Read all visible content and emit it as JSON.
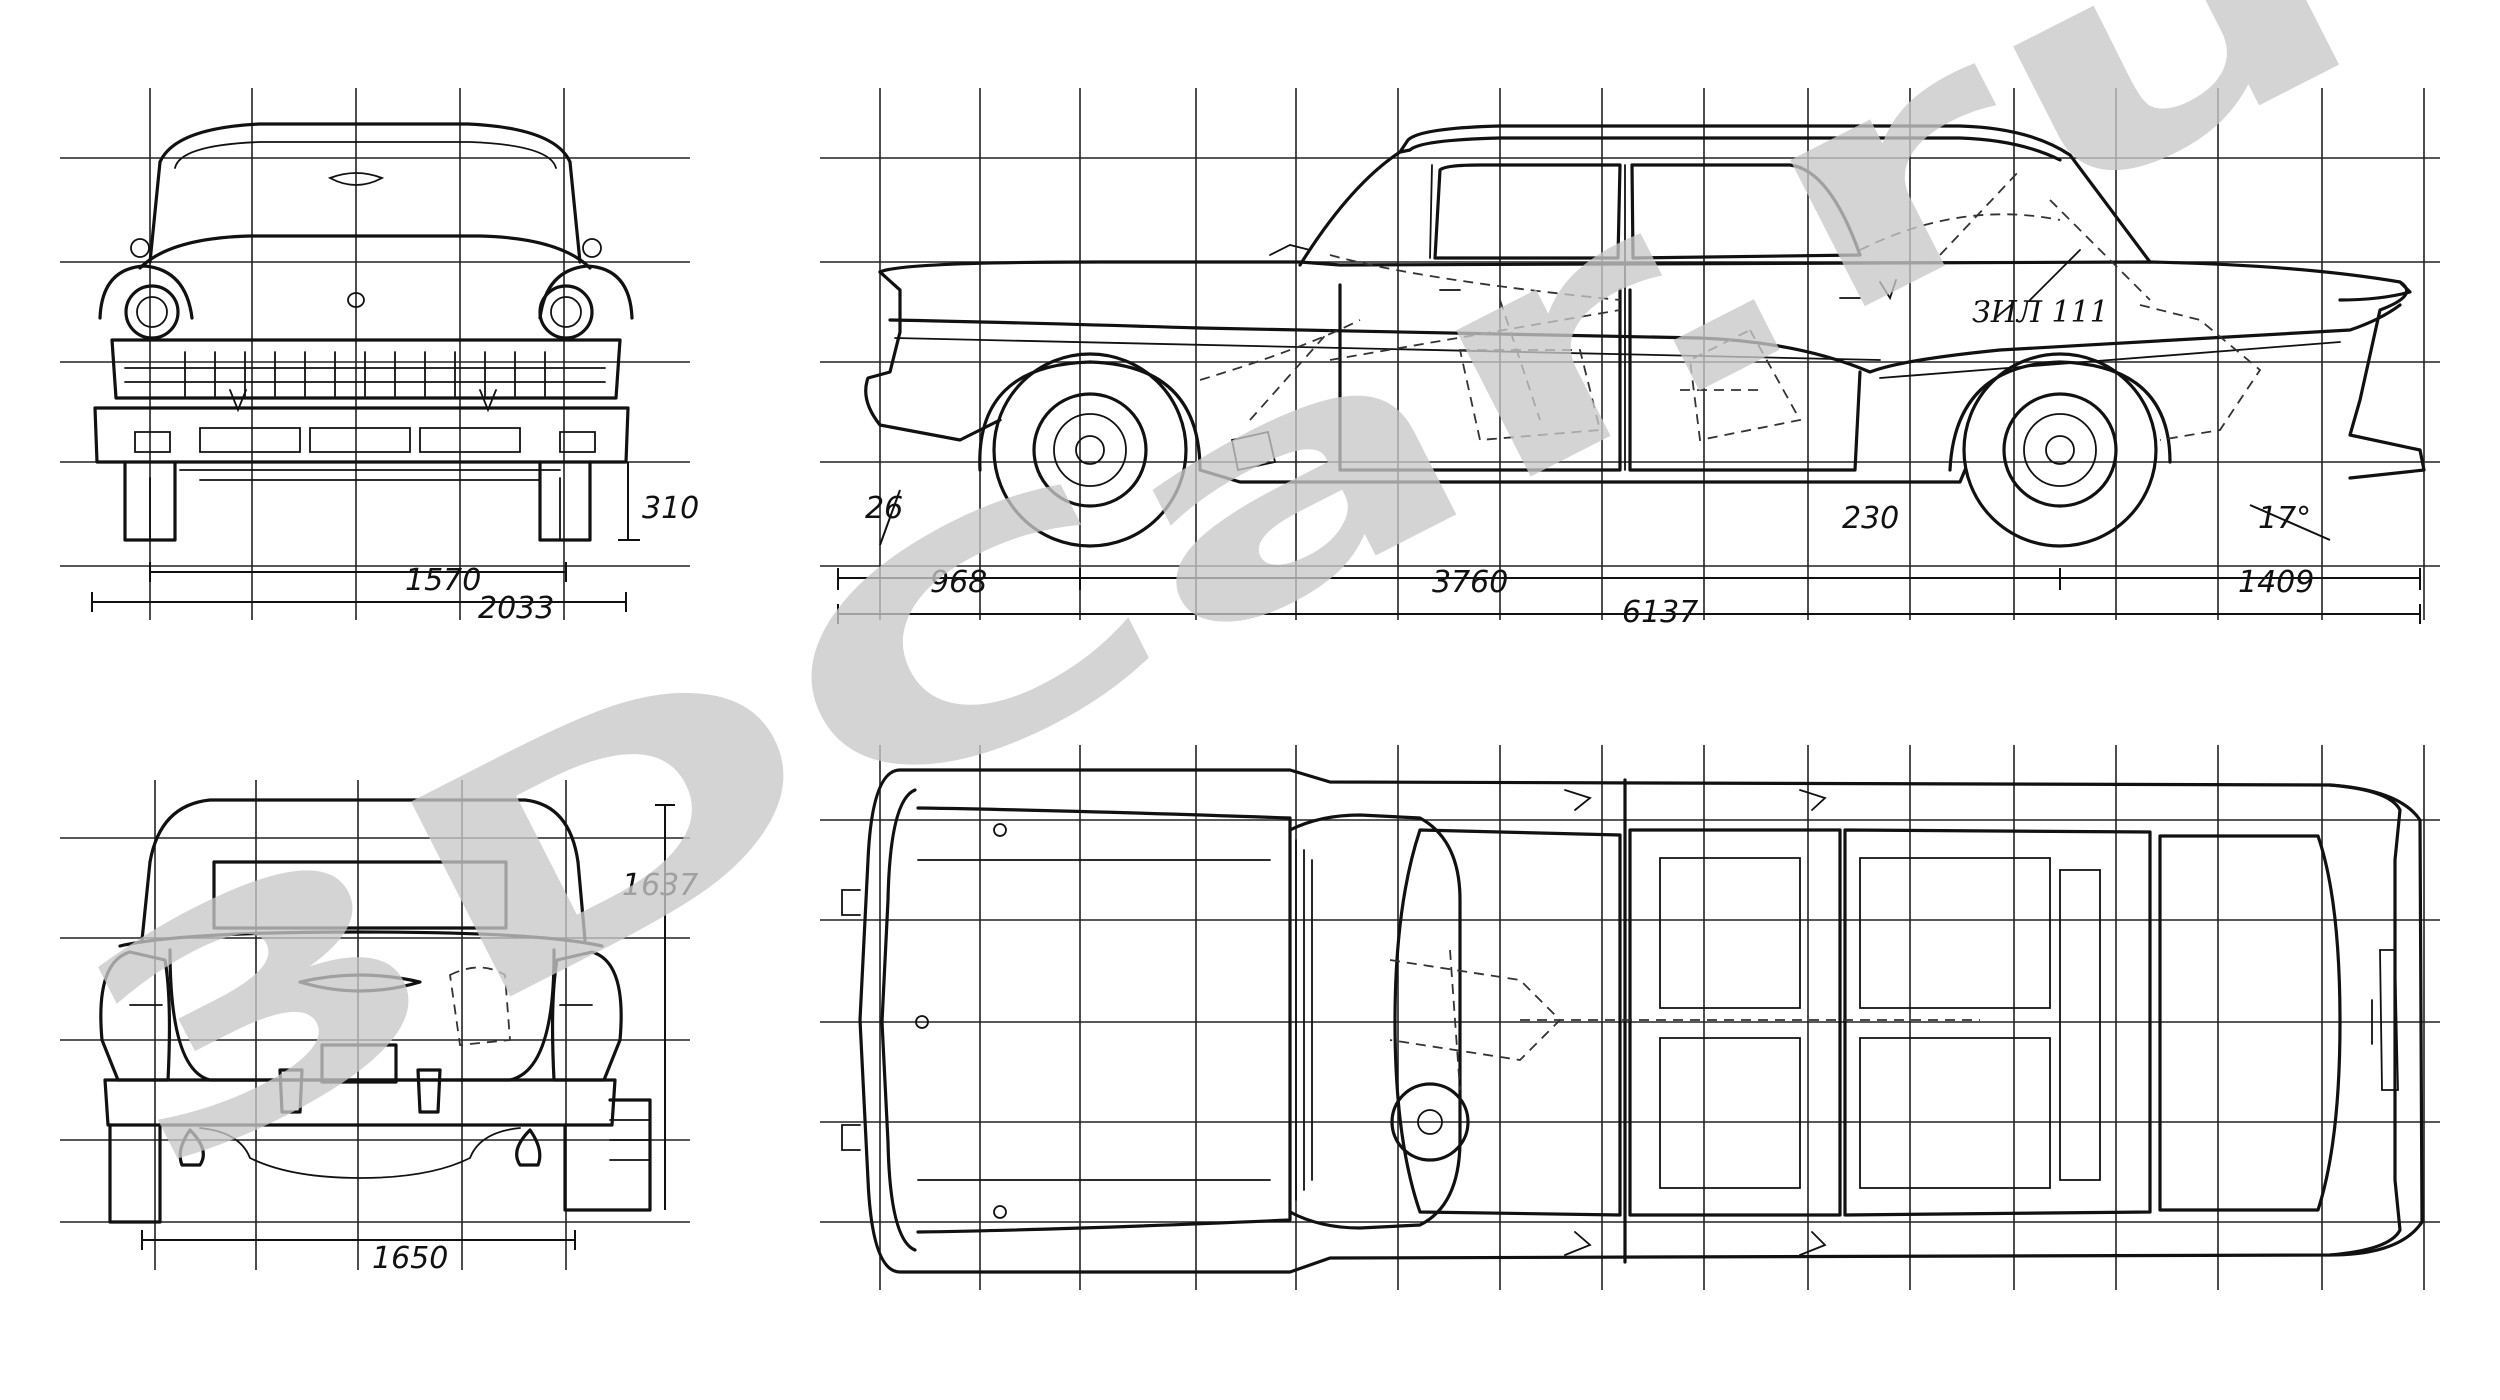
{
  "watermark": "3DCar.ru",
  "dimensions": {
    "ground_clearance": "310",
    "front_track": "1570",
    "overall_width": "2033",
    "approach_angle": "26",
    "min_clearance": "230",
    "departure_angle": "17°",
    "front_overhang": "968",
    "wheelbase": "3760",
    "rear_overhang": "1409",
    "overall_length": "6137",
    "height": "1637",
    "rear_track": "1650"
  },
  "badge_text": "ЗИЛ 111"
}
